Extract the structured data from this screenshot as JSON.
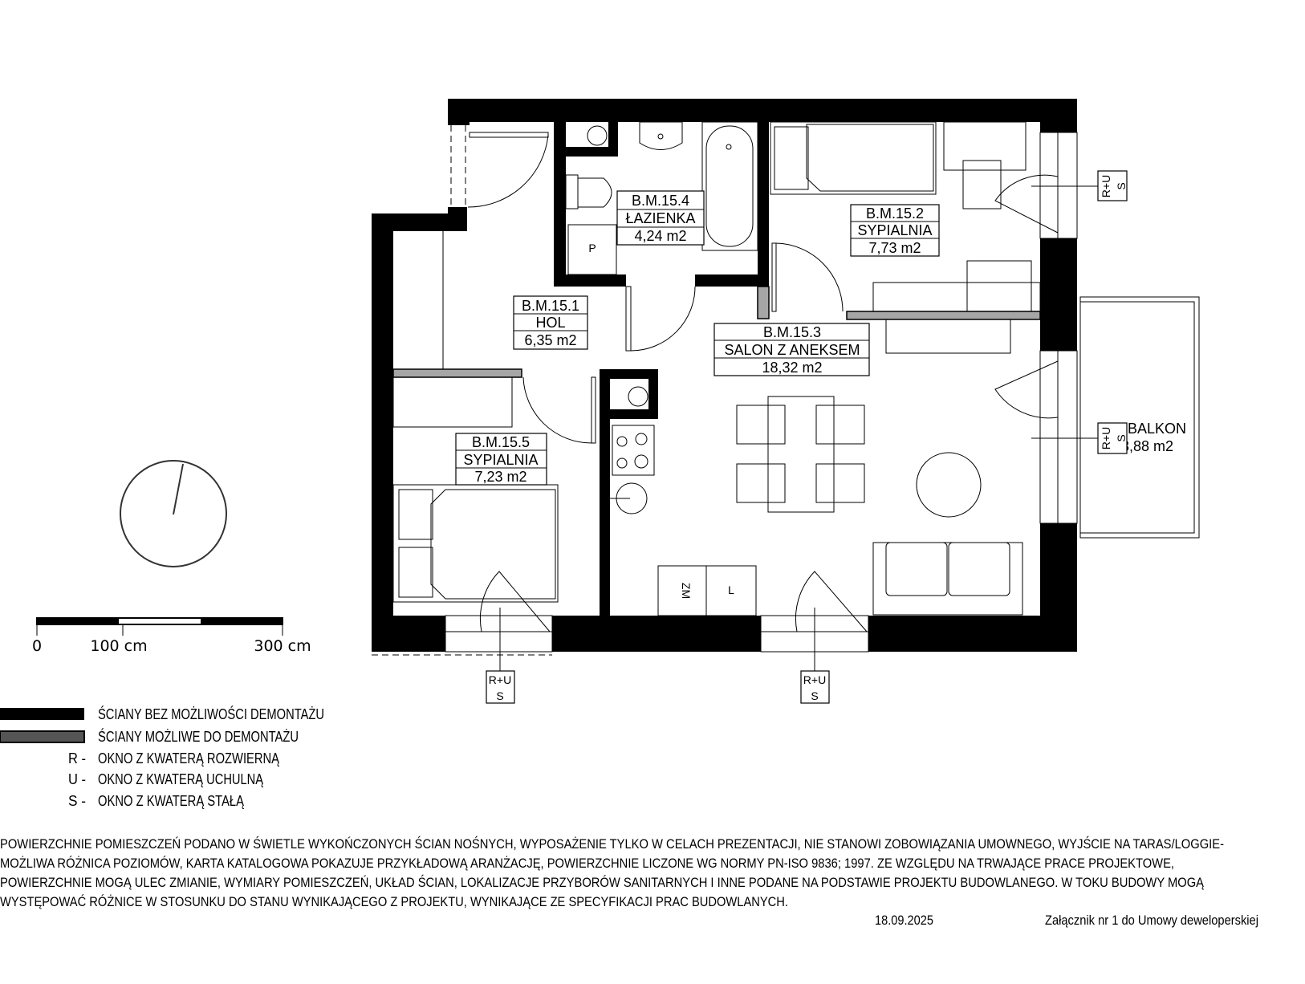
{
  "rooms": [
    {
      "id": "B.M.15.1",
      "name": "HOL",
      "area": "6,35 m2"
    },
    {
      "id": "B.M.15.2",
      "name": "SYPIALNIA",
      "area": "7,73 m2"
    },
    {
      "id": "B.M.15.3",
      "name": "SALON Z ANEKSEM",
      "area": "18,32 m2"
    },
    {
      "id": "B.M.15.4",
      "name": "ŁAZIENKA",
      "area": "4,24 m2"
    },
    {
      "id": "B.M.15.5",
      "name": "SYPIALNIA",
      "area": "7,23 m2"
    }
  ],
  "balcony": {
    "name": "BALKON",
    "area": "3,88 m2"
  },
  "fixtures": {
    "washer": "P",
    "fridge": "ZM",
    "dishwasher": "L"
  },
  "window_marker": {
    "top": "R+U",
    "bottom": "S"
  },
  "scale": {
    "zero": "0",
    "mid": "100 cm",
    "end": "300 cm"
  },
  "legend": {
    "walls_fixed": "ŚCIANY BEZ MOŻLIWOŚCI DEMONTAŻU",
    "walls_removable": "ŚCIANY MOŻLIWE DO DEMONTAŻU",
    "items": [
      {
        "key": "R -",
        "text": "OKNO Z KWATERĄ ROZWIERNĄ"
      },
      {
        "key": "U -",
        "text": "OKNO Z KWATERĄ UCHULNĄ"
      },
      {
        "key": "S -",
        "text": "OKNO Z KWATERĄ STAŁĄ"
      }
    ],
    "colors": {
      "fixed": "#000000",
      "removable": "#555555"
    }
  },
  "notes": [
    "POWIERZCHNIE POMIESZCZEŃ PODANO W ŚWIETLE WYKOŃCZONYCH ŚCIAN NOŚNYCH, WYPOSAŻENIE TYLKO W CELACH PREZENTACJI, NIE STANOWI ZOBOWIĄZANIA UMOWNEGO, WYJŚCIE NA TARAS/LOGGIE-",
    "MOŻLIWA RÓŻNICA POZIOMÓW, KARTA KATALOGOWA POKAZUJE PRZYKŁADOWĄ ARANŻACJĘ, POWIERZCHNIE LICZONE WG NORMY PN-ISO 9836; 1997. ZE WZGLĘDU NA TRWAJĄCE PRACE PROJEKTOWE,",
    "POWIERZCHNIE MOGĄ ULEC ZMIANIE, WYMIARY POMIESZCZEŃ, UKŁAD ŚCIAN, LOKALIZACJE PRZYBORÓW SANITARNYCH I INNE PODANE NA PODSTAWIE PROJEKTU BUDOWLANEGO. W TOKU BUDOWY MOGĄ",
    "WYSTĘPOWAĆ RÓŻNICE W STOSUNKU DO STANU WYNIKAJĄCEGO Z PROJEKTU, WYNIKAJĄCE ZE SPECYFIKACJI PRAC BUDOWLANYCH."
  ],
  "date": "18.09.2025",
  "attachment": "Załącznik nr 1 do Umowy deweloperskiej"
}
